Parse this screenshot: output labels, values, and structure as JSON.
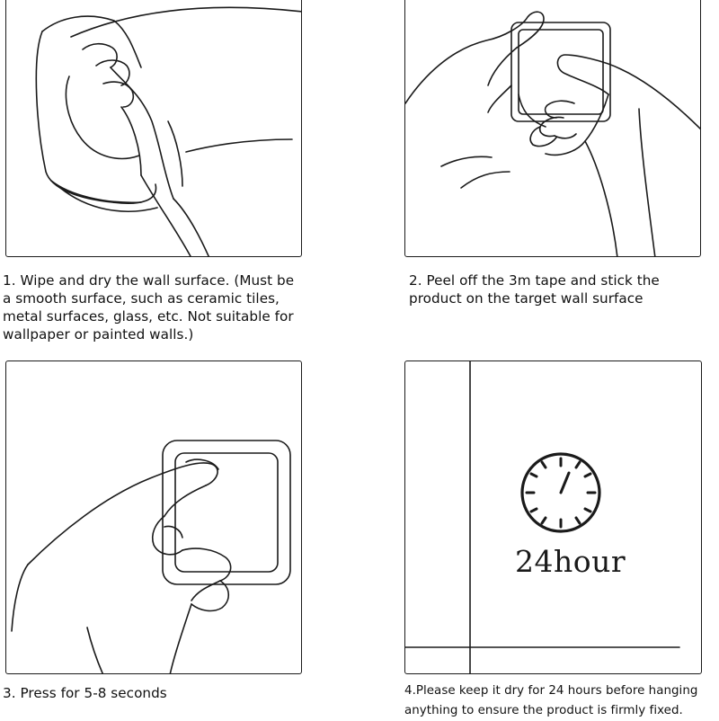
{
  "steps": [
    {
      "icon": "wipe-hand-icon",
      "lines": [
        "1. Wipe and dry the wall surface. (Must be",
        "a smooth surface, such as ceramic tiles,",
        "metal surfaces, glass, etc. Not suitable for",
        "wallpaper or painted walls.)"
      ]
    },
    {
      "icon": "peel-tape-hand-icon",
      "lines": [
        "2. Peel off the 3m tape and stick the",
        "product on the target wall surface"
      ]
    },
    {
      "icon": "press-finger-icon",
      "lines": [
        "3. Press for 5-8 seconds"
      ]
    },
    {
      "icon": "clock-icon",
      "duration_label": "24hour",
      "lines": [
        "4.Please keep it dry for 24 hours before hanging",
        "anything to ensure the product is firmly fixed."
      ]
    }
  ],
  "colors": {
    "line": "#1a1a1a",
    "text": "#111111",
    "background": "#ffffff"
  }
}
